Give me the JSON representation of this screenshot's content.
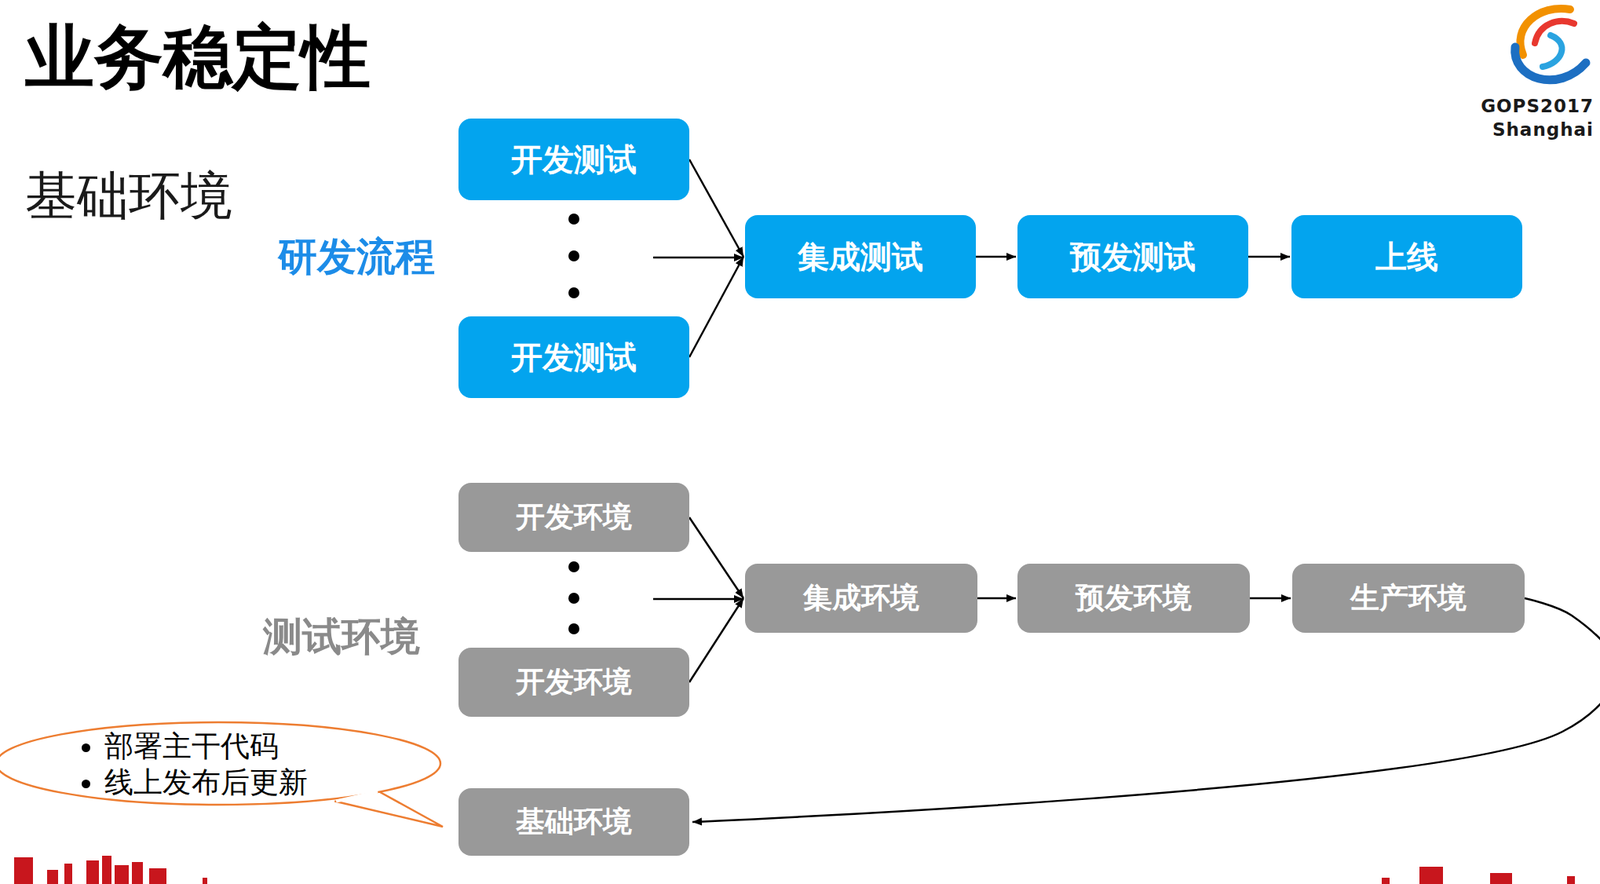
{
  "diagram": {
    "title": "业务稳定性",
    "nodes": [
      {
        "text": [
          "开发测试"
        ]
      },
      {
        "text": [
          "开发测试"
        ]
      },
      {
        "text": [
          "集成测试"
        ]
      },
      {
        "text": [
          "预发测试"
        ]
      },
      {
        "text": [
          "上线"
        ]
      },
      {
        "text": [
          "开发环境"
        ]
      },
      {
        "text": [
          "开发环境"
        ]
      },
      {
        "text": [
          "集成环境"
        ]
      },
      {
        "text": [
          "预发环境"
        ]
      },
      {
        "text": [
          "生产环境"
        ]
      },
      {
        "text": [
          "部署主干代码",
          "线上发布后更新"
        ]
      },
      {
        "text": [
          "基础环境"
        ]
      }
    ],
    "edges": [
      {
        "from": 0,
        "to": 2,
        "arrow": "to"
      },
      {
        "from": 1,
        "to": 2,
        "arrow": "to"
      },
      {
        "from": 2,
        "to": 3,
        "arrow": "to"
      },
      {
        "from": 3,
        "to": 4,
        "arrow": "to"
      },
      {
        "from": 5,
        "to": 7,
        "arrow": "to"
      },
      {
        "from": 6,
        "to": 7,
        "arrow": "to"
      },
      {
        "from": 7,
        "to": 8,
        "arrow": "to"
      },
      {
        "from": 8,
        "to": 9,
        "arrow": "to"
      },
      {
        "from": 9,
        "to": 11,
        "arrow": "to"
      }
    ],
    "labels": [
      "基础环境",
      "研发流程",
      "测试环境",
      "GOPS2017",
      "Shanghai"
    ]
  }
}
